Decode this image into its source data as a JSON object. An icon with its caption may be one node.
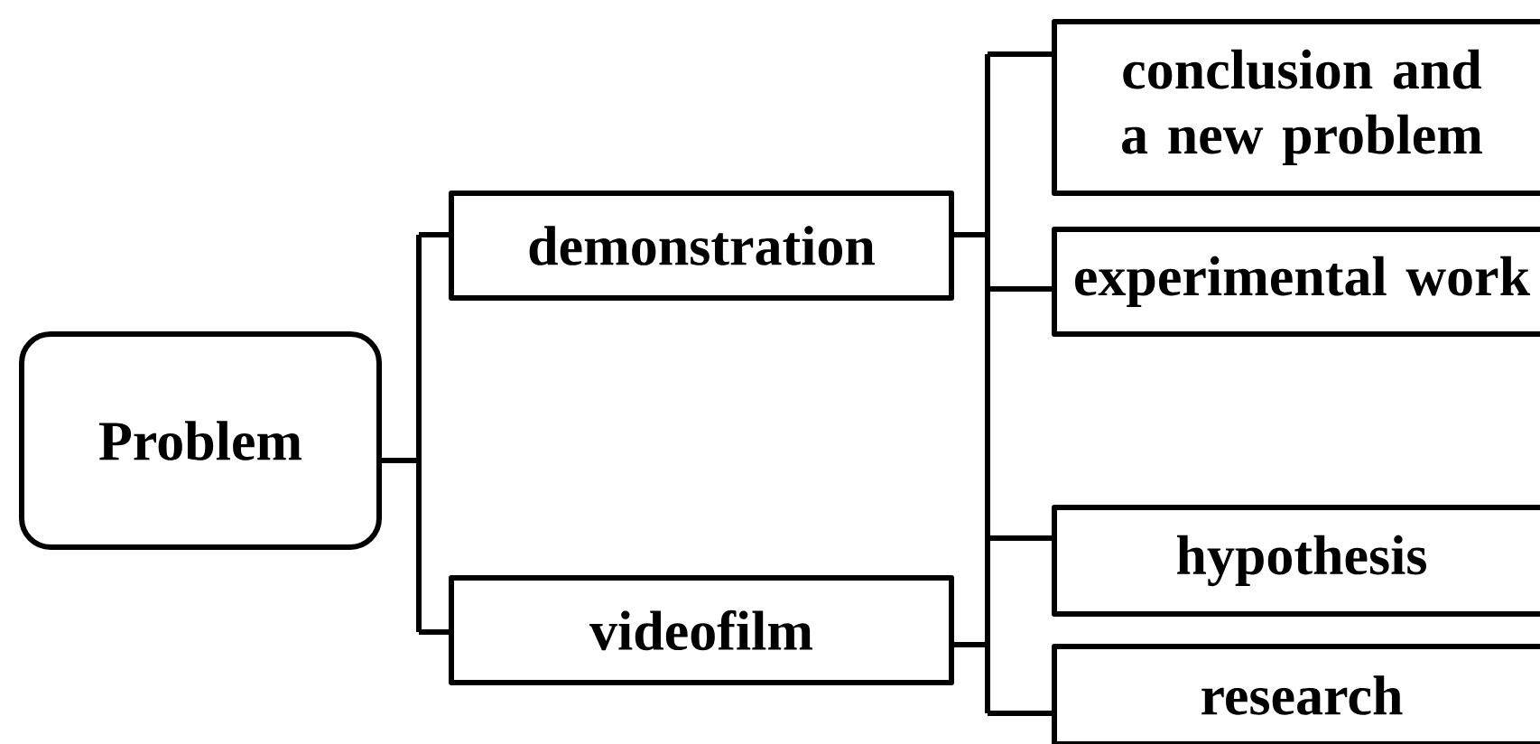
{
  "diagram": {
    "nodes": [
      {
        "text": [
          "Problem"
        ]
      },
      {
        "text": [
          "demonstration"
        ]
      },
      {
        "text": [
          "videofilm"
        ]
      },
      {
        "text": [
          "conclusion and a new problem"
        ]
      },
      {
        "text": [
          "experimental work"
        ]
      },
      {
        "text": [
          "hypothesis"
        ]
      },
      {
        "text": [
          "research"
        ]
      }
    ],
    "edges": [
      {
        "from": 0,
        "to": 1,
        "arrow": "none"
      },
      {
        "from": 0,
        "to": 2,
        "arrow": "none"
      },
      {
        "from": 1,
        "to": 3,
        "arrow": "none"
      },
      {
        "from": 1,
        "to": 4,
        "arrow": "none"
      },
      {
        "from": 1,
        "to": 5,
        "arrow": "none"
      },
      {
        "from": 1,
        "to": 6,
        "arrow": "none"
      },
      {
        "from": 2,
        "to": 3,
        "arrow": "none"
      },
      {
        "from": 2,
        "to": 4,
        "arrow": "none"
      },
      {
        "from": 2,
        "to": 5,
        "arrow": "none"
      },
      {
        "from": 2,
        "to": 6,
        "arrow": "none"
      }
    ]
  }
}
